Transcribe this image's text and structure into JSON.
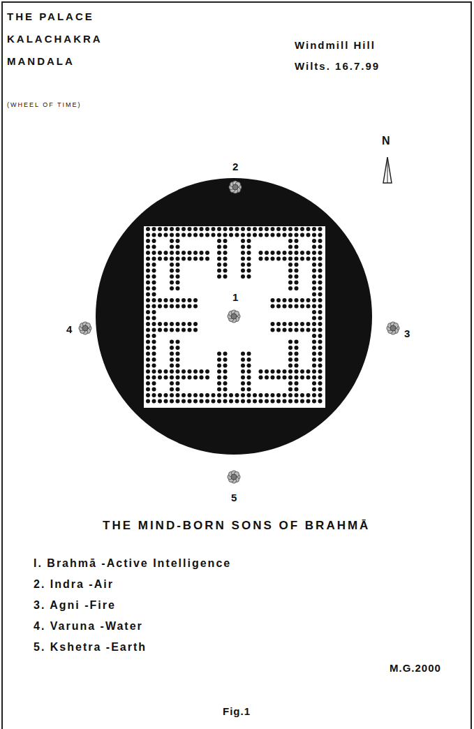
{
  "diagram": {
    "title": "THE PALACE KALACHAKRA MANDALA",
    "caption": "Fig.1",
    "labels": [
      "(WHEEL OF TIME)",
      "Windmill Hill",
      "Wilts. 16.7.99",
      "N",
      "1",
      "2",
      "3",
      "4",
      "5",
      "THE MIND-BORN SONS OF BRAHMĀ",
      "I. Brahmā -Active Intelligence",
      "2. Indra -Air",
      "3. Agni -Fire",
      "4. Varuna -Water",
      "5. Kshetra -Earth",
      "M.G.2000"
    ]
  }
}
